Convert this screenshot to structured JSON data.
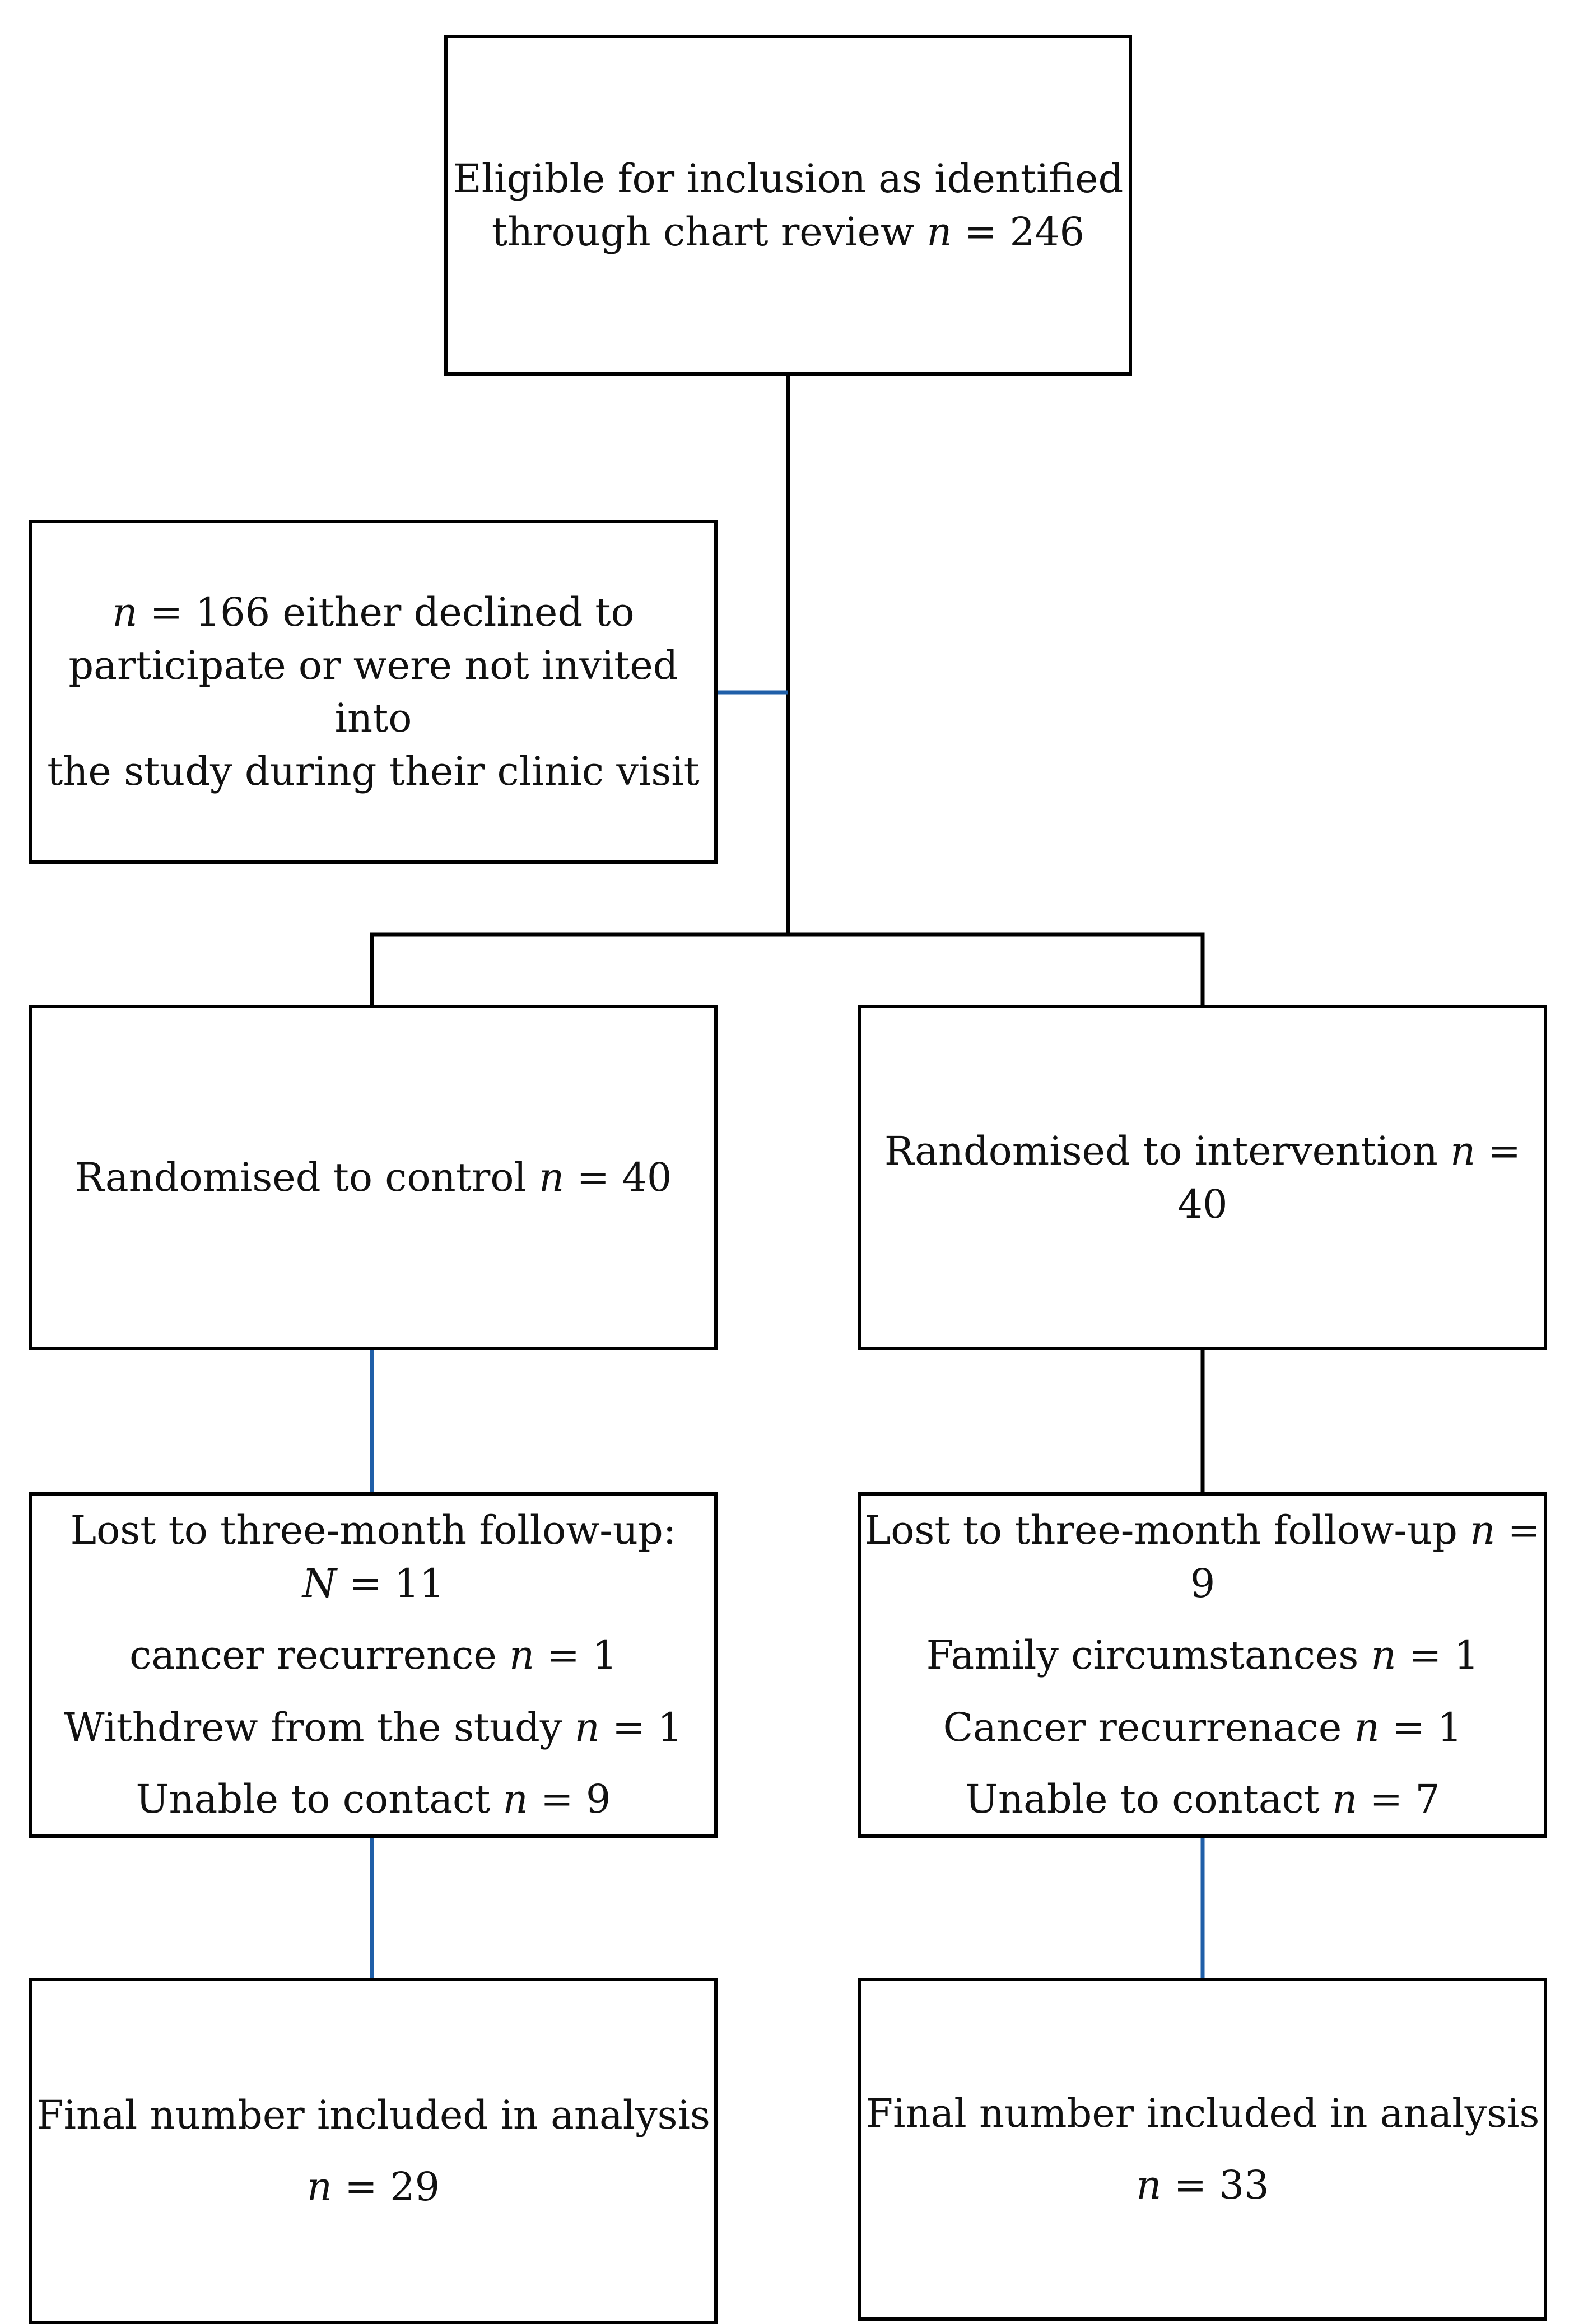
{
  "eligible": {
    "lines": [
      {
        "pre": "Eligible for inclusion as identified",
        "var": "",
        "post": ""
      },
      {
        "pre": "through chart review ",
        "var": "n",
        "post": " = 246"
      }
    ]
  },
  "excluded": {
    "lines": [
      {
        "pre": "",
        "var": "n",
        "post": " = 166 either declined to"
      },
      {
        "pre": "participate or were not invited into",
        "var": "",
        "post": ""
      },
      {
        "pre": "the study during their clinic visit",
        "var": "",
        "post": ""
      }
    ]
  },
  "control": {
    "randomised": {
      "pre": "Randomised to control ",
      "var": "n",
      "post": " = 40"
    },
    "lost": [
      {
        "pre": "Lost to three-month follow-up: ",
        "var": "N",
        "post": " = 11"
      },
      {
        "pre": "cancer recurrence ",
        "var": "n",
        "post": " = 1"
      },
      {
        "pre": "Withdrew from the study ",
        "var": "n",
        "post": " = 1"
      },
      {
        "pre": "Unable to contact ",
        "var": "n",
        "post": " = 9"
      }
    ],
    "final": [
      {
        "pre": "Final number included in analysis",
        "var": "",
        "post": ""
      },
      {
        "pre": "",
        "var": "n",
        "post": " = 29"
      }
    ]
  },
  "intervention": {
    "randomised": {
      "pre": "Randomised to intervention ",
      "var": "n",
      "post": " = 40"
    },
    "lost": [
      {
        "pre": "Lost to three-month follow-up ",
        "var": "n",
        "post": " = 9"
      },
      {
        "pre": "Family circumstances ",
        "var": "n",
        "post": " = 1"
      },
      {
        "pre": "Cancer recurrenace ",
        "var": "n",
        "post": " = 1"
      },
      {
        "pre": "Unable to contact ",
        "var": "n",
        "post": " = 7"
      }
    ],
    "final": [
      {
        "pre": "Final number included in analysis",
        "var": "",
        "post": ""
      },
      {
        "pre": "",
        "var": "n",
        "post": " = 33"
      }
    ]
  },
  "colors": {
    "connector_black": "#000000",
    "connector_blue": "#1f5fa8"
  }
}
